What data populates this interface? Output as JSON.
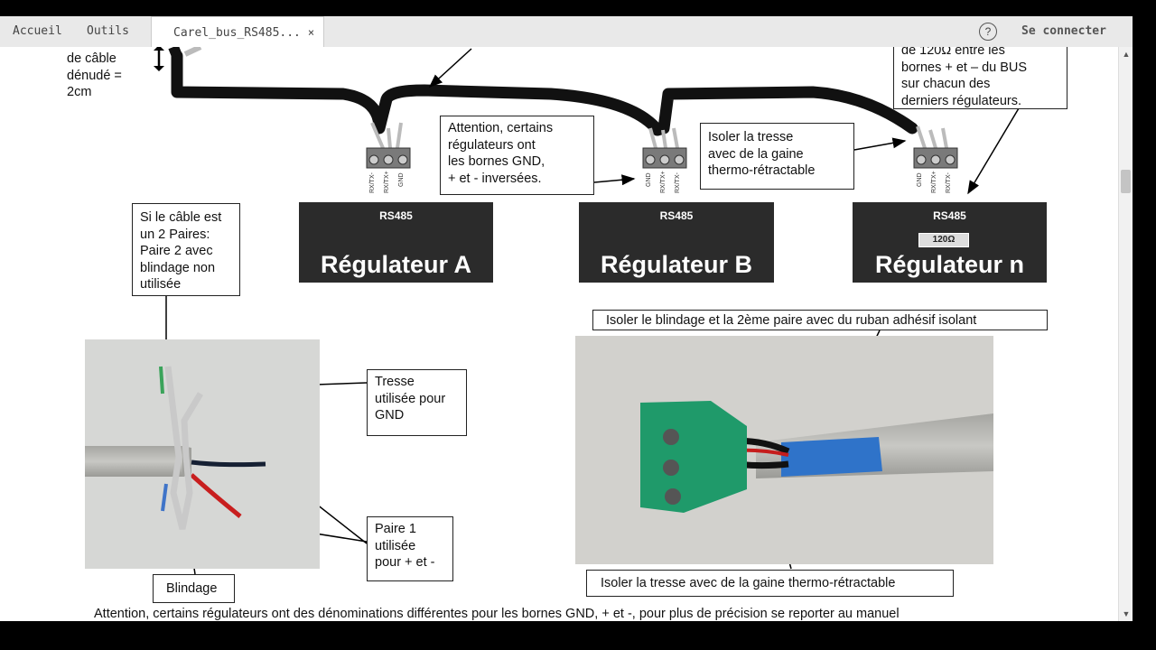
{
  "tabs": [
    {
      "label": "Accueil"
    },
    {
      "label": "Outils"
    },
    {
      "label": "Carel_bus_RS485...",
      "close": "×"
    }
  ],
  "header": {
    "help_icon": "?",
    "signin": "Se connecter"
  },
  "scrollbar": {
    "up": "▲",
    "down": "▼"
  },
  "doc": {
    "strip_note": "de câble\ndénudé =\n2cm",
    "terminator_note": "de 120Ω entre les\nbornes + et – du BUS\nsur chacun des\nderniers régulateurs.",
    "warning_note": "Attention, certains\nrégulateurs ont\n les bornes GND,\n+ et -  inversées.",
    "braid_heatshrink_note": "Isoler la tresse\navec de la gaine\nthermo-rétractable",
    "pairs_note": "Si le câble est\nun 2 Paires:\nPaire 2 avec\nblindage non\nutilisée",
    "braid_gnd_note": "Tresse\nutilisée pour\nGND",
    "pair1_note": "Paire 1\nutilisée\npour + et -",
    "shield_label": "Blindage",
    "tape_note": "Isoler le blindage et la 2ème paire avec du ruban adhésif isolant",
    "heatshrink_note": "Isoler la tresse avec de la gaine thermo-rétractable",
    "footer": "Attention, certains régulateurs ont des dénominations différentes pour les bornes GND, + et -, pour plus de précision se reporter au manuel",
    "resistor": "120Ω",
    "regulators": [
      {
        "proto": "RS485",
        "name": "Régulateur A"
      },
      {
        "proto": "RS485",
        "name": "Régulateur B"
      },
      {
        "proto": "RS485",
        "name": "Régulateur n"
      }
    ]
  }
}
